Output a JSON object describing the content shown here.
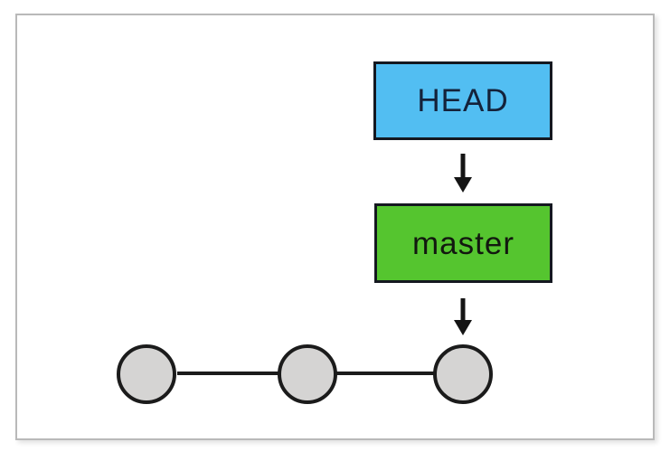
{
  "diagram": {
    "head_label": "HEAD",
    "master_label": "master",
    "commit_count": 3,
    "description_visible_elements": "HEAD box points down to master box, master box points down to newest (rightmost) of three linked commit nodes"
  },
  "colors": {
    "canvas_bg": "#ffffff",
    "frame_border": "#b9b9b9",
    "head_bg": "#52bef2",
    "head_border": "#141820",
    "head_text": "#14223a",
    "master_bg": "#55c52f",
    "master_border": "#141820",
    "master_text": "#12180f",
    "commit_fill": "#d5d4d3",
    "commit_stroke": "#1b1b1b",
    "connector": "#1b1b1b",
    "arrow": "#141414"
  }
}
